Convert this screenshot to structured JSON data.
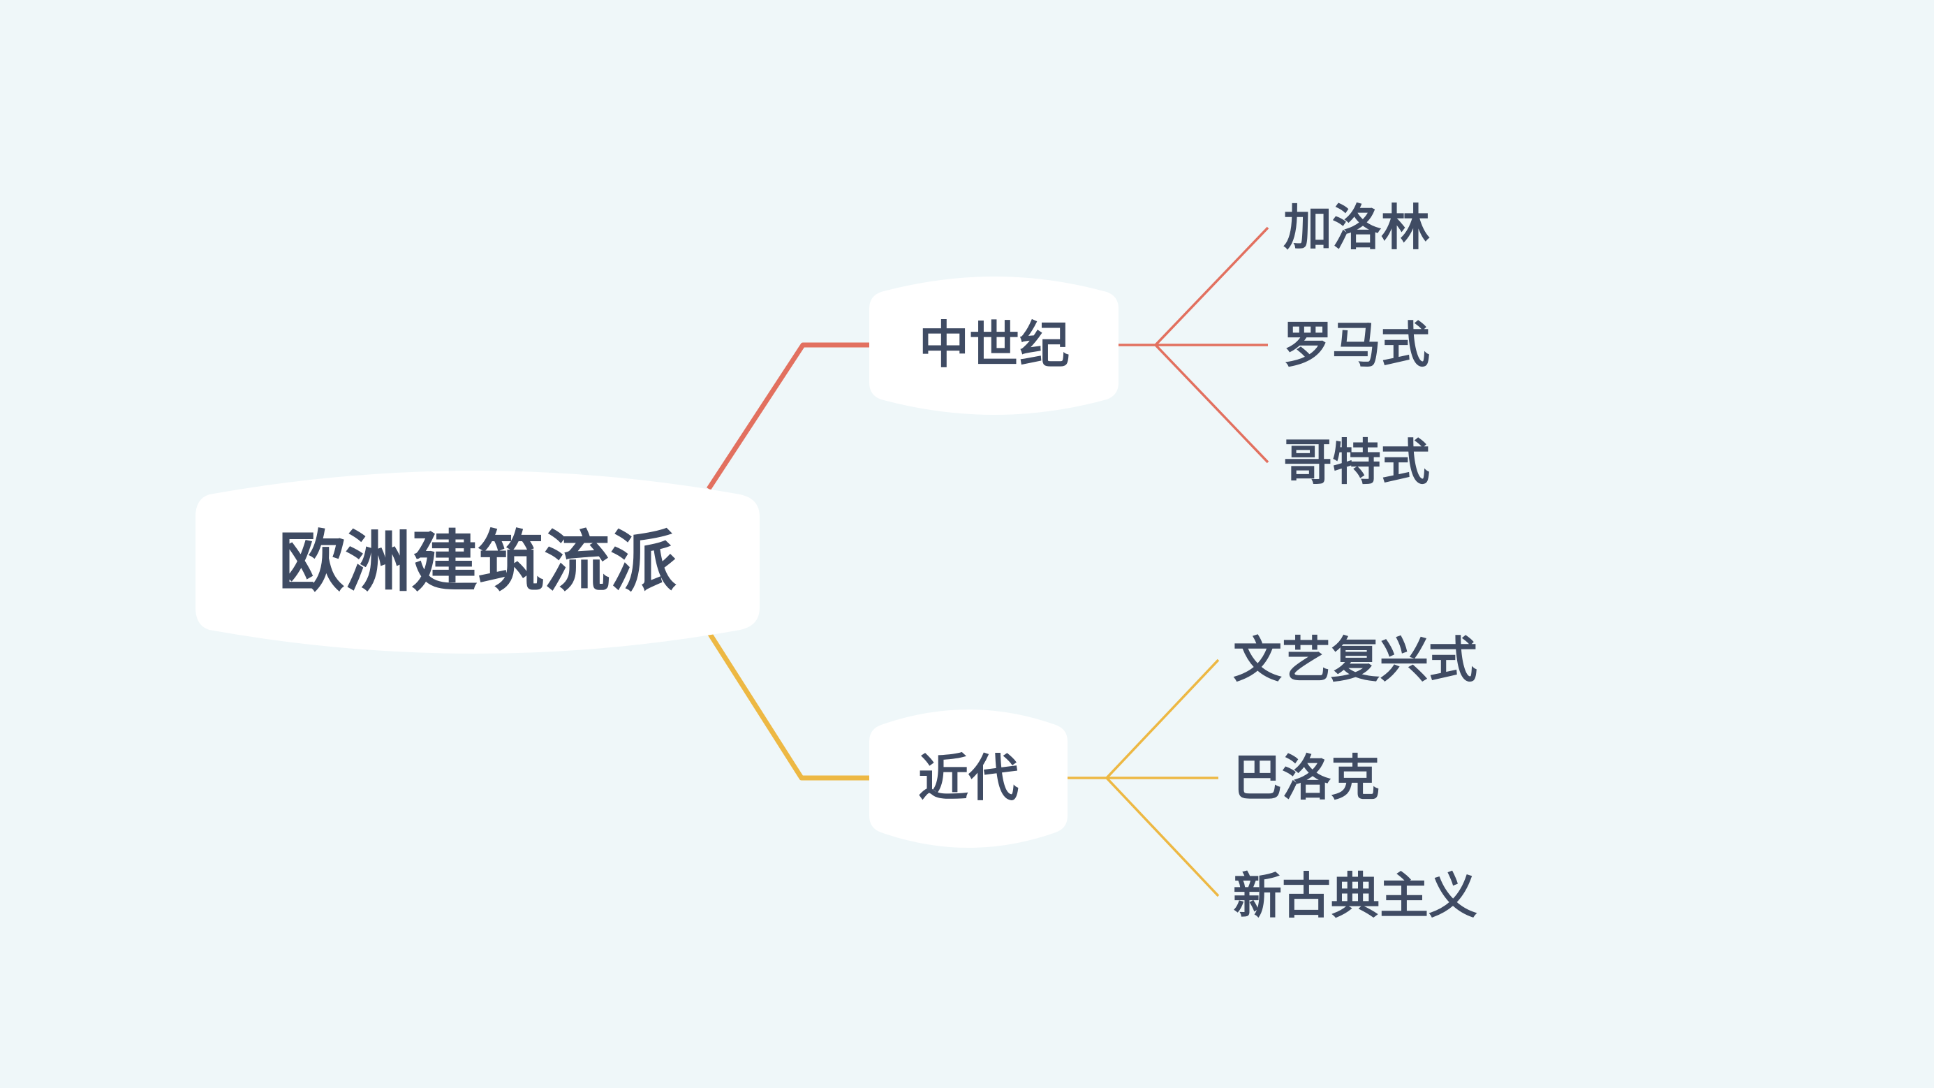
{
  "colors": {
    "background": "#eff7f9",
    "text": "#3f4b63",
    "node_fill": "#ffffff",
    "branch_medieval": "#e2705f",
    "branch_modern": "#edb843"
  },
  "root": {
    "label": "欧洲建筑流派"
  },
  "branches": [
    {
      "label": "中世纪",
      "color": "#e2705f",
      "children": [
        "加洛林",
        "罗马式",
        "哥特式"
      ]
    },
    {
      "label": "近代",
      "color": "#edb843",
      "children": [
        "文艺复兴式",
        "巴洛克",
        "新古典主义"
      ]
    }
  ]
}
